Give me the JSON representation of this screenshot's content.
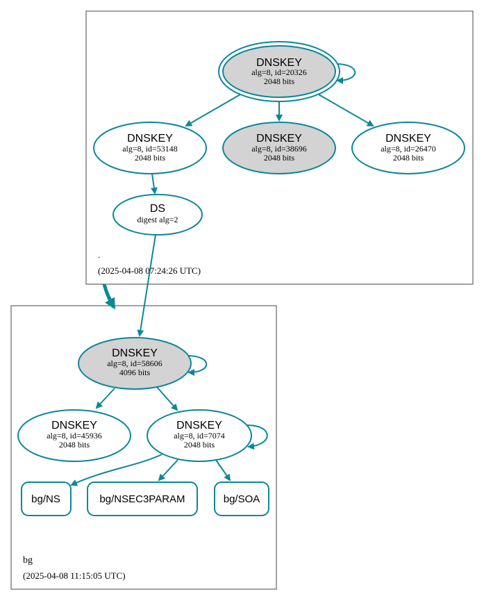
{
  "colors": {
    "edge": "#0a879a",
    "node_fill_gray": "#d3d3d3",
    "node_fill_white": "#ffffff",
    "zone_border": "#444444",
    "text": "#000000"
  },
  "zones": {
    "root": {
      "name": ".",
      "timestamp": "(2025-04-08 07:24:26 UTC)"
    },
    "bg": {
      "name": "bg",
      "timestamp": "(2025-04-08 11:15:05 UTC)"
    }
  },
  "nodes": {
    "root_ksk": {
      "title": "DNSKEY",
      "line1": "alg=8, id=20326",
      "line2": "2048 bits"
    },
    "root_zsk_53148": {
      "title": "DNSKEY",
      "line1": "alg=8, id=53148",
      "line2": "2048 bits"
    },
    "root_key_38696": {
      "title": "DNSKEY",
      "line1": "alg=8, id=38696",
      "line2": "2048 bits"
    },
    "root_key_26470": {
      "title": "DNSKEY",
      "line1": "alg=8, id=26470",
      "line2": "2048 bits"
    },
    "ds": {
      "title": "DS",
      "line1": "digest alg=2"
    },
    "bg_ksk": {
      "title": "DNSKEY",
      "line1": "alg=8, id=58606",
      "line2": "4096 bits"
    },
    "bg_key_45936": {
      "title": "DNSKEY",
      "line1": "alg=8, id=45936",
      "line2": "2048 bits"
    },
    "bg_zsk_7074": {
      "title": "DNSKEY",
      "line1": "alg=8, id=7074",
      "line2": "2048 bits"
    },
    "rr_ns": {
      "title": "bg/NS"
    },
    "rr_nsec3param": {
      "title": "bg/NSEC3PARAM"
    },
    "rr_soa": {
      "title": "bg/SOA"
    }
  }
}
